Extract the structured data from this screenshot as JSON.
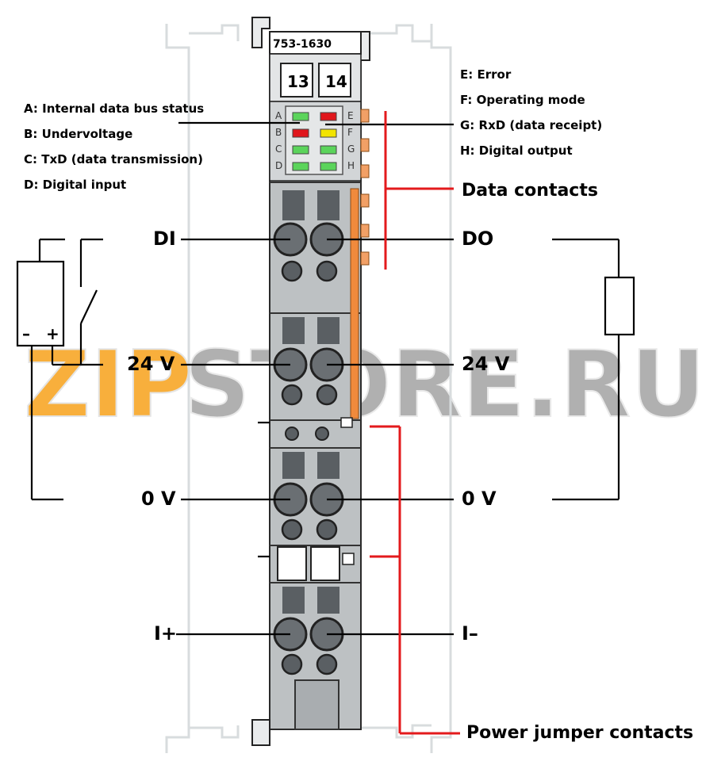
{
  "module": {
    "model": "753-1630",
    "slot_left": "13",
    "slot_right": "14"
  },
  "leds": {
    "left_letters": [
      "A",
      "B",
      "C",
      "D"
    ],
    "right_letters": [
      "E",
      "F",
      "G",
      "H"
    ],
    "colors": {
      "green": "#5bd45b",
      "red": "#e0161c",
      "yellow": "#f2e400",
      "off": "#cfd2d4"
    }
  },
  "legend_left": [
    "A: Internal data bus status",
    "B: Undervoltage",
    "C: TxD (data transmission)",
    "D: Digital input"
  ],
  "legend_right": [
    "E: Error",
    "F: Operating mode",
    "G: RxD (data receipt)",
    "H: Digital output"
  ],
  "terminals": {
    "di": "DI",
    "do": "DO",
    "v24_left": "24 V",
    "v24_right": "24 V",
    "v0_left": "0 V",
    "v0_right": "0 V",
    "i_plus": "I+",
    "i_minus": "I–"
  },
  "callouts": {
    "data_contacts": "Data contacts",
    "power_jumper": "Power jumper contacts"
  },
  "source_symbol": {
    "minus": "–",
    "plus": "+"
  },
  "watermark": {
    "left": "ZIP",
    "right": "STORE.RU",
    "left_color": "#f7a21b",
    "right_color": "#9a9a9a"
  },
  "colors": {
    "housing": "#b9bdbf",
    "housing_dark": "#8d9194",
    "screw": "#555a5e",
    "accent_red": "#e31a1c",
    "contact_orange": "#f08a3c"
  }
}
